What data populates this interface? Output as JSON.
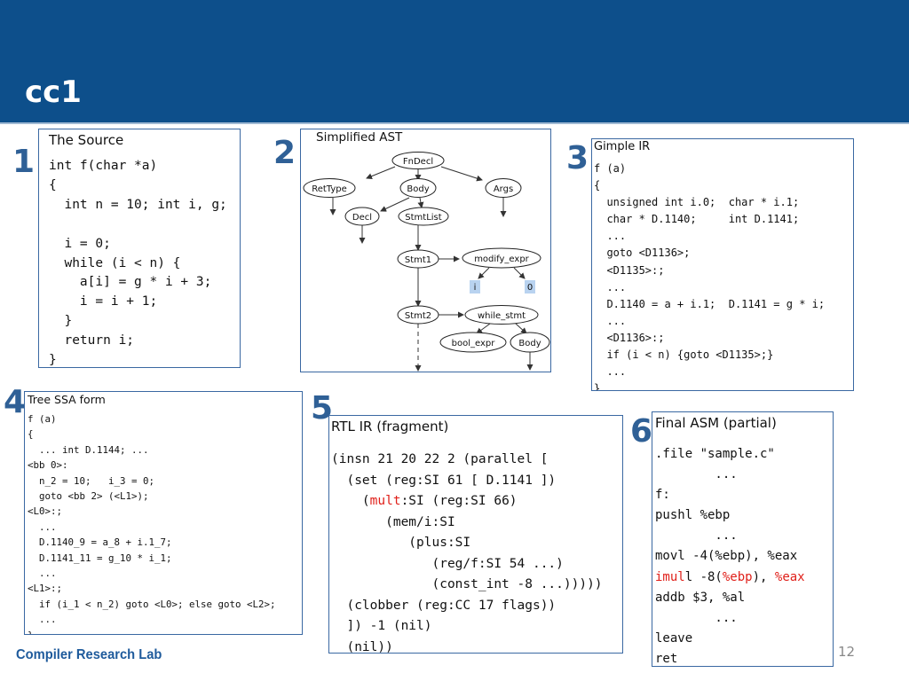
{
  "slide": {
    "title": "cc1",
    "footer": "Compiler Research Lab",
    "page_number": "12"
  },
  "panels": {
    "source": {
      "number": "1",
      "title": "The Source",
      "lines": [
        "int f(char *a)",
        "{",
        "  int n = 10; int i, g;",
        "",
        "  i = 0;",
        "  while (i < n) {",
        "    a[i] = g * i + 3;",
        "    i = i + 1;",
        "  }",
        "  return i;",
        "}"
      ]
    },
    "ast": {
      "number": "2",
      "title": "Simplified AST",
      "nodes": {
        "fndecl": "FnDecl",
        "rettype": "RetType",
        "body": "Body",
        "args": "Args",
        "decl": "Decl",
        "stmtlist": "StmtList",
        "stmt1": "Stmt1",
        "modify_expr": "modify_expr",
        "i": "i",
        "zero": "0",
        "stmt2": "Stmt2",
        "while_stmt": "while_stmt",
        "bool_expr": "bool_expr",
        "body2": "Body"
      }
    },
    "gimple": {
      "number": "3",
      "title": "Gimple IR",
      "lines": [
        "f (a)",
        "{",
        "  unsigned int i.0;  char * i.1;",
        "  char * D.1140;     int D.1141;",
        "  ...",
        "  goto <D1136>;",
        "  <D1135>:;",
        "  ...",
        "  D.1140 = a + i.1;  D.1141 = g * i;",
        "  ...",
        "  <D1136>:;",
        "  if (i < n) {goto <D1135>;}",
        "  ...",
        "}"
      ]
    },
    "ssa": {
      "number": "4",
      "title": "Tree SSA form",
      "lines": [
        "f (a)",
        "{",
        "  ... int D.1144; ...",
        "<bb 0>:",
        "  n_2 = 10;   i_3 = 0;",
        "  goto <bb 2> (<L1>);",
        "<L0>:;",
        "  ...",
        "  D.1140_9 = a_8 + i.1_7;",
        "  D.1141_11 = g_10 * i_1;",
        "  ...",
        "<L1>:;",
        "  if (i_1 < n_2) goto <L0>; else goto <L2>;",
        "  ...",
        "}"
      ]
    },
    "rtl": {
      "number": "5",
      "title": "RTL IR (fragment)",
      "line1": "(insn 21 20 22 2 (parallel [",
      "line2": "  (set (reg:SI 61 [ D.1141 ])",
      "line3_indent": "    (",
      "line3_red": "mult",
      "line3_rest": ":SI (reg:SI 66)",
      "line4": "       (mem/i:SI",
      "line5": "          (plus:SI",
      "line6": "             (reg/f:SI 54 ...)",
      "line7": "             (const_int -8 ...)))))",
      "line8": "  (clobber (reg:CC 17 flags))",
      "line9": "  ]) -1 (nil)",
      "line10": "  (nil))"
    },
    "asm": {
      "number": "6",
      "title": "Final ASM (partial)",
      "line1": ".file \"sample.c\"",
      "line2": "        ...",
      "line3": "f:",
      "line4": "pushl %ebp",
      "line5": "        ...",
      "line6": "movl -4(%ebp), %eax",
      "line7_red1": "imul",
      "line7_a": "l -8(",
      "line7_red2": "%ebp",
      "line7_b": "), ",
      "line7_red3": "%eax",
      "line8": "addb $3, %al",
      "line9": "        ...",
      "line10": "leave",
      "line11": "ret"
    }
  },
  "colors": {
    "header_bg": "#0d4f8b",
    "panel_number": "#2f6096",
    "panel_border": "#3a68a2",
    "highlight_red": "#e0201a",
    "ast_leaf_bg": "#b9d3f0"
  }
}
